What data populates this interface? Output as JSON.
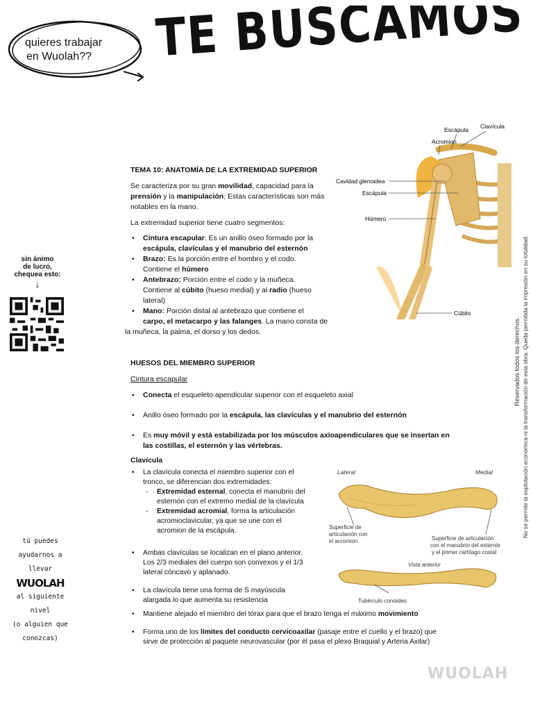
{
  "banner": {
    "ad_question_line1": "quieres trabajar",
    "ad_question_line2": "en Wuolah??",
    "ad_title": "TE BUSCAMOS"
  },
  "promo": {
    "line1": "sin ánimo",
    "line2": "de lucro,",
    "line3": "chequea esto:",
    "hand_lines": [
      "tú puedes",
      "ayudarnos a",
      "llevar"
    ],
    "hand_brand": "WUOLAH",
    "hand_lines2": [
      "al siguiente",
      "nivel",
      "(o alguien que",
      "conozcas)"
    ]
  },
  "legal": {
    "line1": "Reservados todos los derechos.",
    "line2": "No se permite la explotación económica ni la transformación de esta obra. Queda permitida la impresión en su totalidad."
  },
  "section1": {
    "title": "TEMA 10: ANATOMÍA DE LA EXTREMIDAD SUPERIOR",
    "intro_a": "Se caracteriza por su gran ",
    "intro_b": "movilidad",
    "intro_c": ", capacidad para la",
    "intro_d": "prensión",
    "intro_e": " y la ",
    "intro_f": "manipulación",
    "intro_g": "; Estas características son más",
    "intro_h": "notables en la mano.",
    "segments_intro": "La extremidad superior tiene cuatro segmentos:",
    "seg1_b": "Cintura escapular",
    "seg1_t": ": Es un anillo óseo formado por la",
    "seg1_b2": "escápula, clavículas y el manubrio del esternón",
    "seg2_b": "Brazo:",
    "seg2_t": " Es la porción entre el hombro y el codo.",
    "seg2_t2": "Contiene el ",
    "seg2_b2": "húmero",
    "seg3_b": "Antebrazo:",
    "seg3_t": " Porción entre el codo y la muñeca.",
    "seg3_t2": "Contiene al ",
    "seg3_b2": "cúbito",
    "seg3_t3": " (hueso medial) y al ",
    "seg3_b3": "radio",
    "seg3_t4": " (hueso",
    "seg3_t5": "lateral)",
    "seg4_b": "Mano:",
    "seg4_t": " Porción distal al antebrazo que contiene el",
    "seg4_b2": "carpo, el metacarpo y las falanges",
    "seg4_t2": ". La mano consta de",
    "seg4_t3": "la muñeca, la palma, el dorso y los dedos."
  },
  "figure1": {
    "labels": [
      "Clavícula",
      "Escápula",
      "Acromion",
      "Cavidad glenoidea",
      "Escápula",
      "Húmero",
      "Cúbito"
    ]
  },
  "section2": {
    "title": "HUESOS DEL MIEMBRO SUPERIOR",
    "subtitle": "Cintura escapular",
    "b1_b": "Conecta",
    "b1_t": " el esqueleto apendicular superior con el esqueleto axial",
    "b2_t": "Anillo óseo formado por la ",
    "b2_b": "escápula, las clavículas y el manubrio del esternón",
    "b3_t": "Es ",
    "b3_b": "muy móvil y está estabilizada por los músculos axioapendiculares que se insertan en",
    "b3_b2": "las costillas, el esternón y las vértebras.",
    "clav_title": "Clavícula",
    "c1_t": "La clavícula conecta el miembro superior con el",
    "c1_t2": "tronco, se diferencian dos extremidades:",
    "c1_s1_b": "Extremidad esternal",
    "c1_s1_t": ", conecta el manubrio del",
    "c1_s1_t2": "esternón con el extremo medial de la clavícula",
    "c1_s2_b": "Extremidad acromial",
    "c1_s2_t": ", forma la articulación",
    "c1_s2_t2": "acromioclavicular, ya que se une con el",
    "c1_s2_t3": "acromion de la escápula.",
    "c2_t": "Ambas clavículas se localizan en el plano anterior.",
    "c2_t2": "Los 2/3 mediales del cuerpo son convexos y el 1/3",
    "c2_t3": "lateral cóncavo y aplanado.",
    "c3_t": "La clavícula tiene una forma de S mayúscula",
    "c3_t2": "alargada lo que aumenta su resistencia",
    "c4_t": "Mantiene alejado el miembro del tórax para que el brazo tenga el máximo ",
    "c4_b": "movimiento",
    "c5_t": "Forma uno de los ",
    "c5_b": "límites del conducto cervicoaxilar",
    "c5_t2": " (pasaje entre el cuello y el brazo) que",
    "c5_t3": "sirve de protección al paquete neurovascular (por él pasa el plexo Braquial y Arteria Axilar)"
  },
  "figure2": {
    "lateral": "Lateral",
    "medial": "Medial",
    "sup_acromion_1": "Superficie de",
    "sup_acromion_2": "articulación con",
    "sup_acromion_3": "el acromion",
    "sup_ester_1": "Superficie de articulación",
    "sup_ester_2": "con el manubrio del esternón",
    "sup_ester_3": "y el primer cartílago costal",
    "vista": "Vista anterior",
    "tuberculo": "Tubérculo conoideo"
  },
  "footer": {
    "logo": "WUOLAH"
  }
}
